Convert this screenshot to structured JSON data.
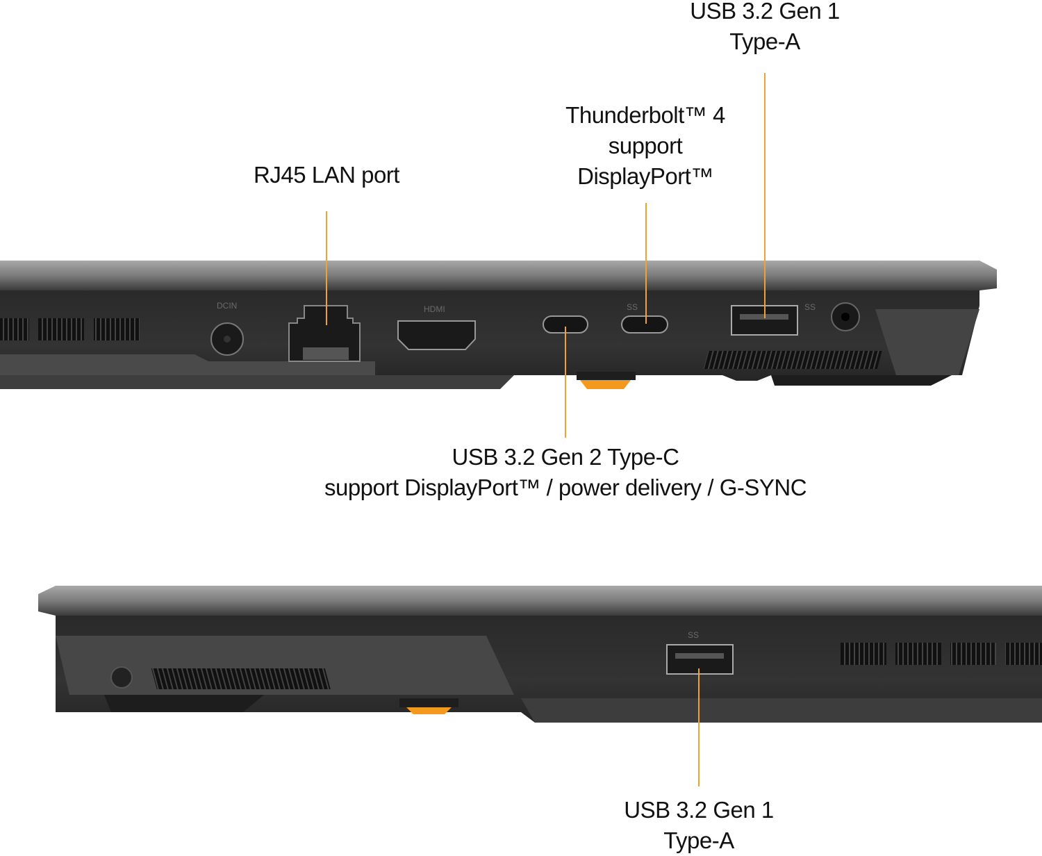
{
  "labels": {
    "usb_a_top": [
      "USB 3.2 Gen 1",
      "Type-A"
    ],
    "thunderbolt": [
      "Thunderbolt™ 4",
      "support",
      "DisplayPort™"
    ],
    "rj45": [
      "RJ45 LAN port"
    ],
    "usb_c": [
      "USB 3.2 Gen 2 Type-C",
      "support DisplayPort™ / power delivery / G-SYNC"
    ],
    "usb_a_bottom": [
      "USB 3.2 Gen 1",
      "Type-A"
    ]
  },
  "port_markings": {
    "dc_in": "DCIN",
    "hdmi": "HDMI",
    "ss": "SS"
  },
  "colors": {
    "leader_line": "#f0a22e",
    "body_dark": "#2b2b2b",
    "lid_grey": "#8c8c8c",
    "foot_orange": "#f39a1e"
  }
}
